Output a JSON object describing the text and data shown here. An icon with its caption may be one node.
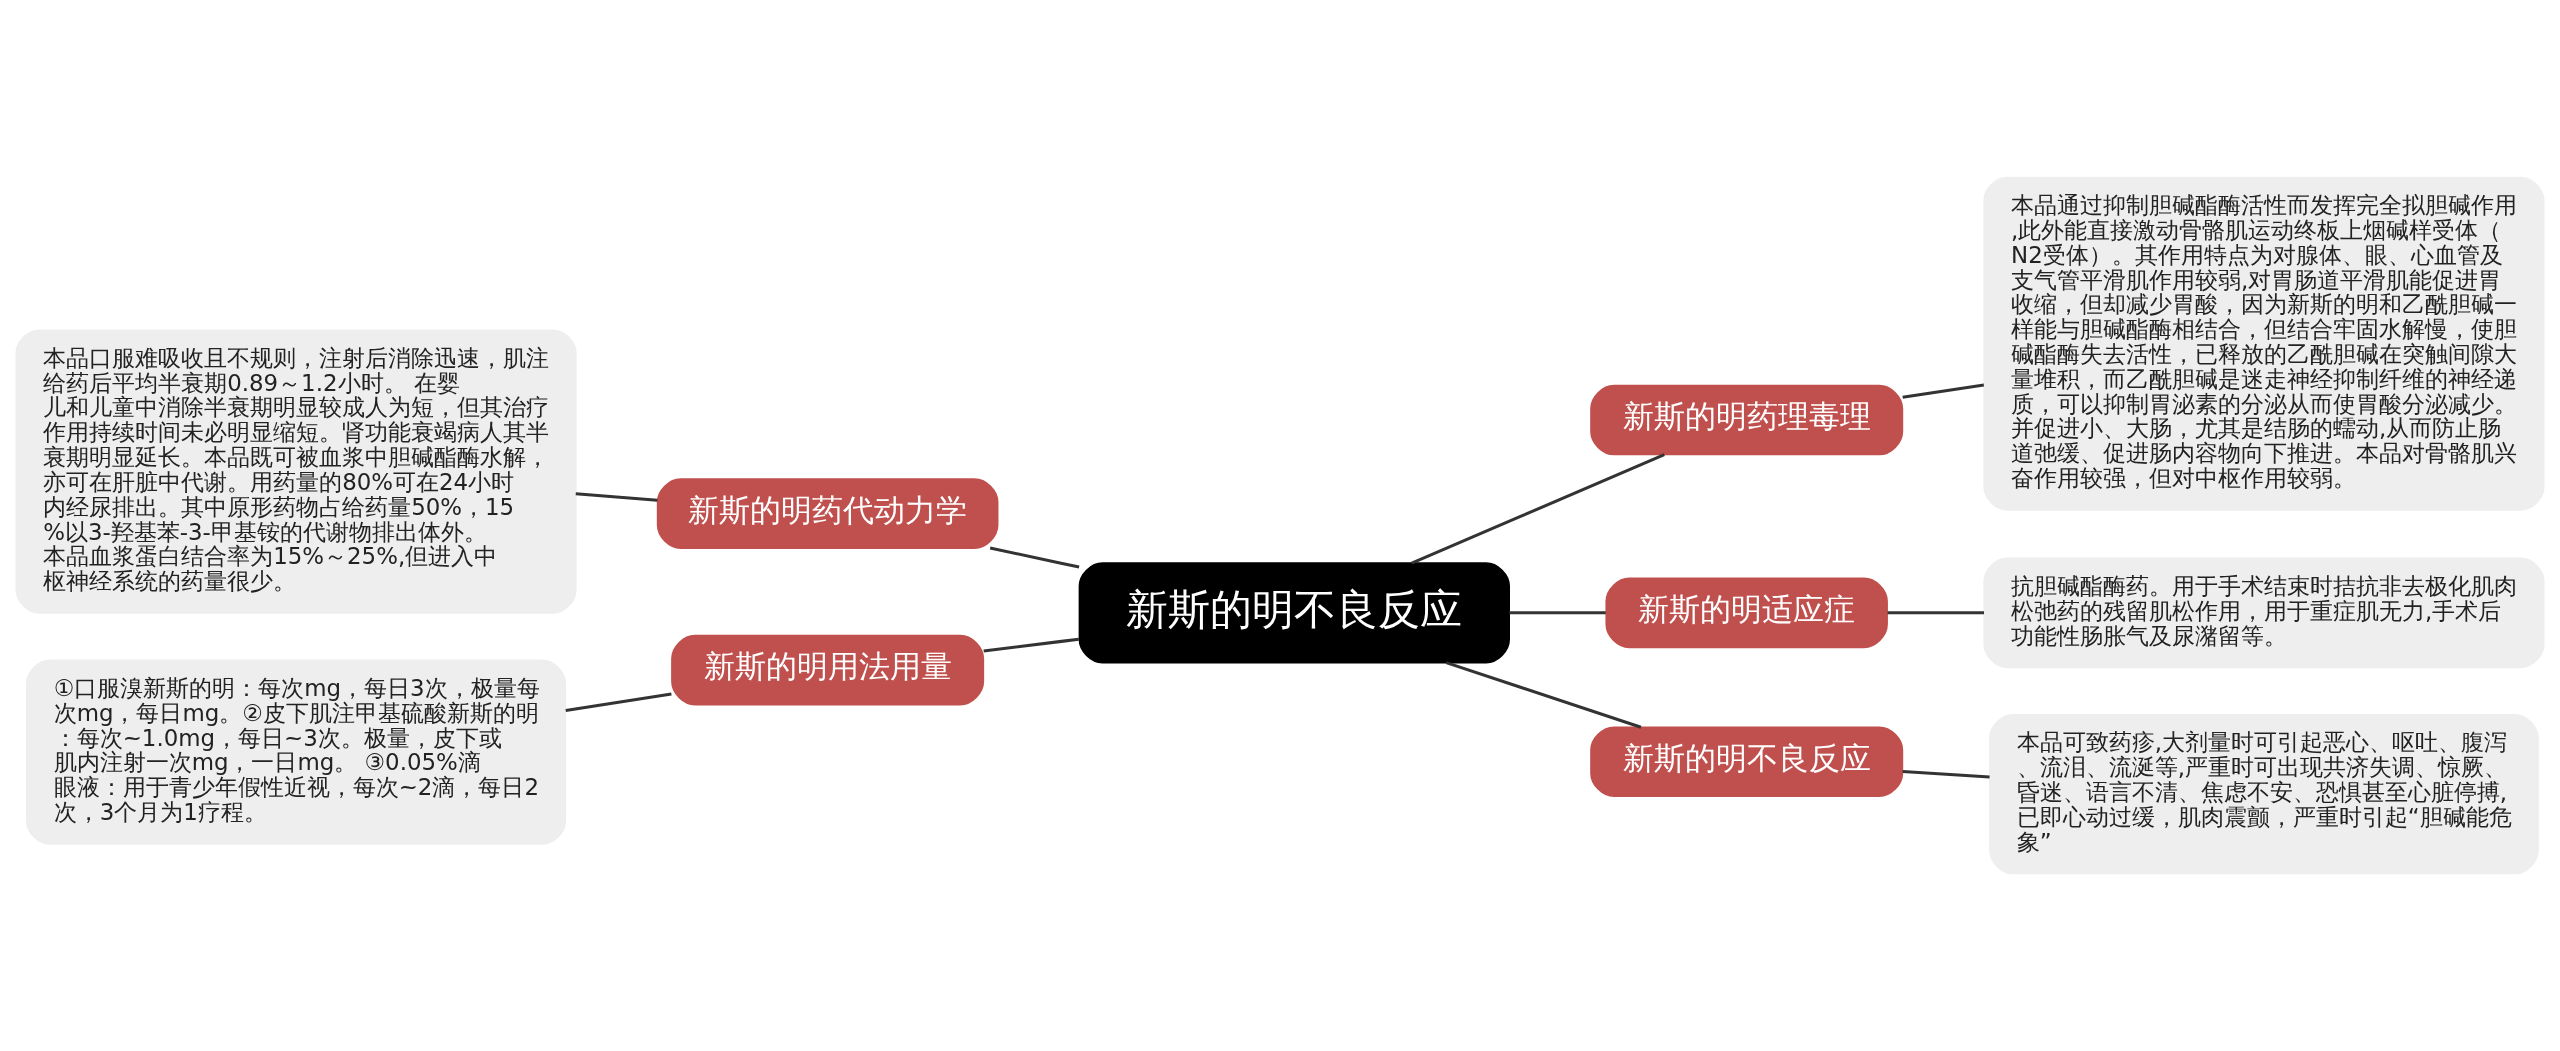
{
  "diagram": {
    "nodes": [
      {
        "text": [
          "新斯的明不良反应"
        ]
      },
      {
        "text": [
          "新斯的明药代动力学"
        ]
      },
      {
        "text": [
          "本品口服难吸收且不规则，注射后消除迅速，肌注给药后平均半衰期0.89～1.2小时。 在婴儿和儿童中消除半衰期明显较成人为短，但其治疗作用持续时间未必明显缩短。肾功能衰竭病人其半衰期明显延长。本品既可被血浆中胆碱酯酶水解，亦可在肝脏中代谢。用药量的80%可在24小时内经尿排出。其中原形药物占给药量50%，15%以3-羟基苯-3-甲基铵的代谢物排出体外。本品血浆蛋白结合率为15%～25%,但进入中枢神经系统的药量很少。"
        ]
      },
      {
        "text": [
          "新斯的明用法用量"
        ]
      },
      {
        "text": [
          "①口服溴新斯的明：每次mg，每日3次，极量每次mg，每日mg。②皮下肌注甲基硫酸新斯的明：每次~1.0mg，每日~3次。极量，皮下或肌内注射一次mg，一日mg。 ③0.05%滴眼液：用于青少年假性近视，每次~2滴，每日2次，3个月为1疗程。"
        ]
      },
      {
        "text": [
          "新斯的明药理毒理"
        ]
      },
      {
        "text": [
          "本品通过抑制胆碱酯酶活性而发挥完全拟胆碱作用,此外能直接激动骨骼肌运动终板上烟碱样受体（N2受体）。其作用特点为对腺体、眼、心血管及支气管平滑肌作用较弱,对胃肠道平滑肌能促进胃收缩，但却减少胃酸，因为新斯的明和乙酰胆碱一样能与胆碱酯酶相结合，但结合牢固水解慢，使胆碱酯酶失去活性，已释放的乙酰胆碱在突触间隙大量堆积，而乙酰胆碱是迷走神经抑制纤维的神经递质，可以抑制胃泌素的分泌从而使胃酸分泌减少。并促进小、大肠，尤其是结肠的蠕动,从而防止肠道弛缓、促进肠内容物向下推进。本品对骨骼肌兴奋作用较强，但对中枢作用较弱。"
        ]
      },
      {
        "text": [
          "新斯的明适应症"
        ]
      },
      {
        "text": [
          "抗胆碱酯酶药。用于手术结束时拮抗非去极化肌肉松弛药的残留肌松作用，用于重症肌无力,手术后功能性肠胀气及尿潴留等。"
        ]
      },
      {
        "text": [
          "新斯的明不良反应"
        ]
      },
      {
        "text": [
          "本品可致药疹,大剂量时可引起恶心、呕吐、腹泻、流泪、流涎等,严重时可出现共济失调、惊厥、昏迷、语言不清、焦虑不安、恐惧甚至心脏停搏,已即心动过缓，肌肉震颤，严重时引起“胆碱能危象”"
        ]
      }
    ],
    "edges": [
      {
        "from": 1,
        "to": 0,
        "arrow": "none"
      },
      {
        "from": 2,
        "to": 1,
        "arrow": "none"
      },
      {
        "from": 3,
        "to": 0,
        "arrow": "none"
      },
      {
        "from": 4,
        "to": 3,
        "arrow": "none"
      },
      {
        "from": 0,
        "to": 5,
        "arrow": "none"
      },
      {
        "from": 5,
        "to": 6,
        "arrow": "none"
      },
      {
        "from": 0,
        "to": 7,
        "arrow": "none"
      },
      {
        "from": 7,
        "to": 8,
        "arrow": "none"
      },
      {
        "from": 0,
        "to": 9,
        "arrow": "none"
      },
      {
        "from": 9,
        "to": 10,
        "arrow": "none"
      }
    ]
  }
}
